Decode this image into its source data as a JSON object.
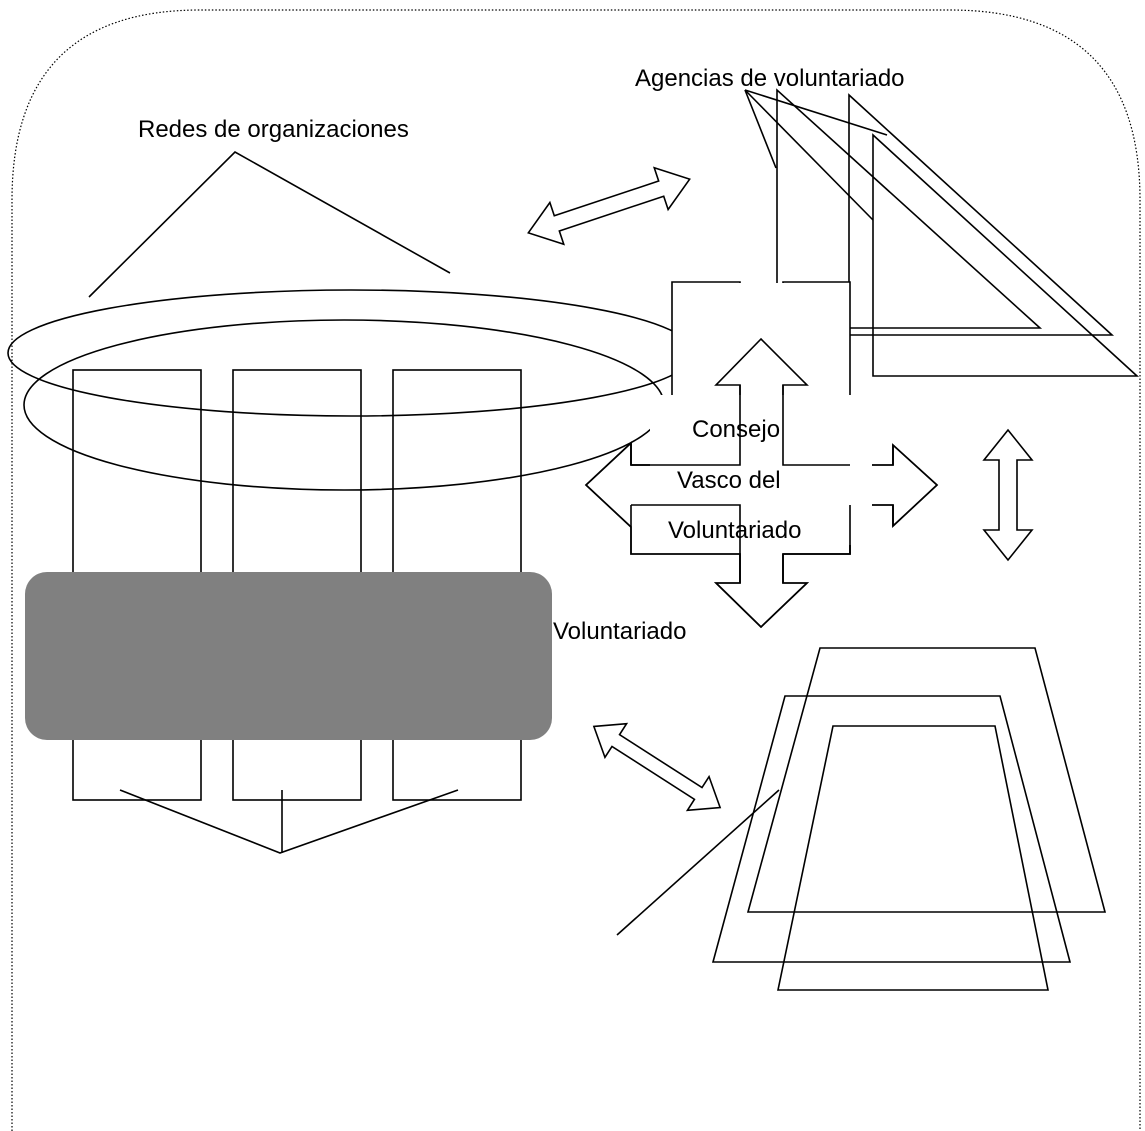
{
  "labels": {
    "redes": "Redes de organizaciones",
    "agencias": "Agencias de voluntariado",
    "consejo_line1": "Consejo",
    "consejo_line2": "Vasco del",
    "consejo_line3": "Voluntariado",
    "voluntariado": "Voluntariado"
  },
  "colors": {
    "volunteer_band": "#808080",
    "stroke": "#000000",
    "frame_dotted": "#000000"
  }
}
